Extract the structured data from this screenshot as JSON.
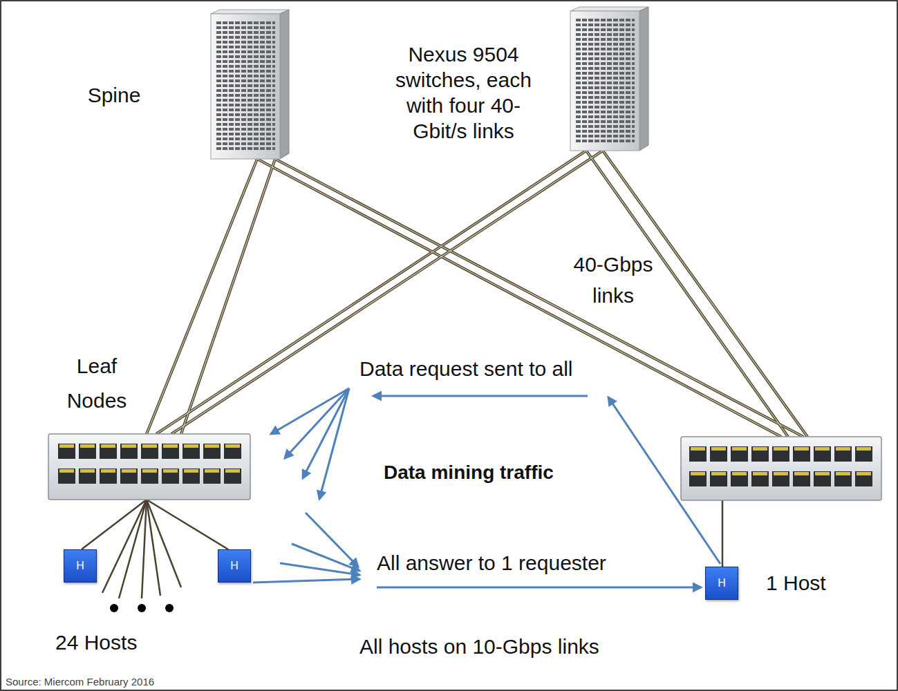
{
  "diagram": {
    "nodes": [
      {
        "text": [
          "H"
        ]
      },
      {
        "text": [
          "H"
        ]
      },
      {
        "text": [
          "H"
        ]
      }
    ],
    "labels": [
      "Spine",
      "Nexus 9504 switches, each with four 40-Gbit/s links",
      "40-Gbps links",
      "Leaf Nodes",
      "Data request sent to all",
      "Data mining traffic",
      "All answer to 1 requester",
      "1 Host",
      "24 Hosts",
      "All hosts on 10-Gbps links",
      "Source: Miercom February 2016"
    ]
  }
}
